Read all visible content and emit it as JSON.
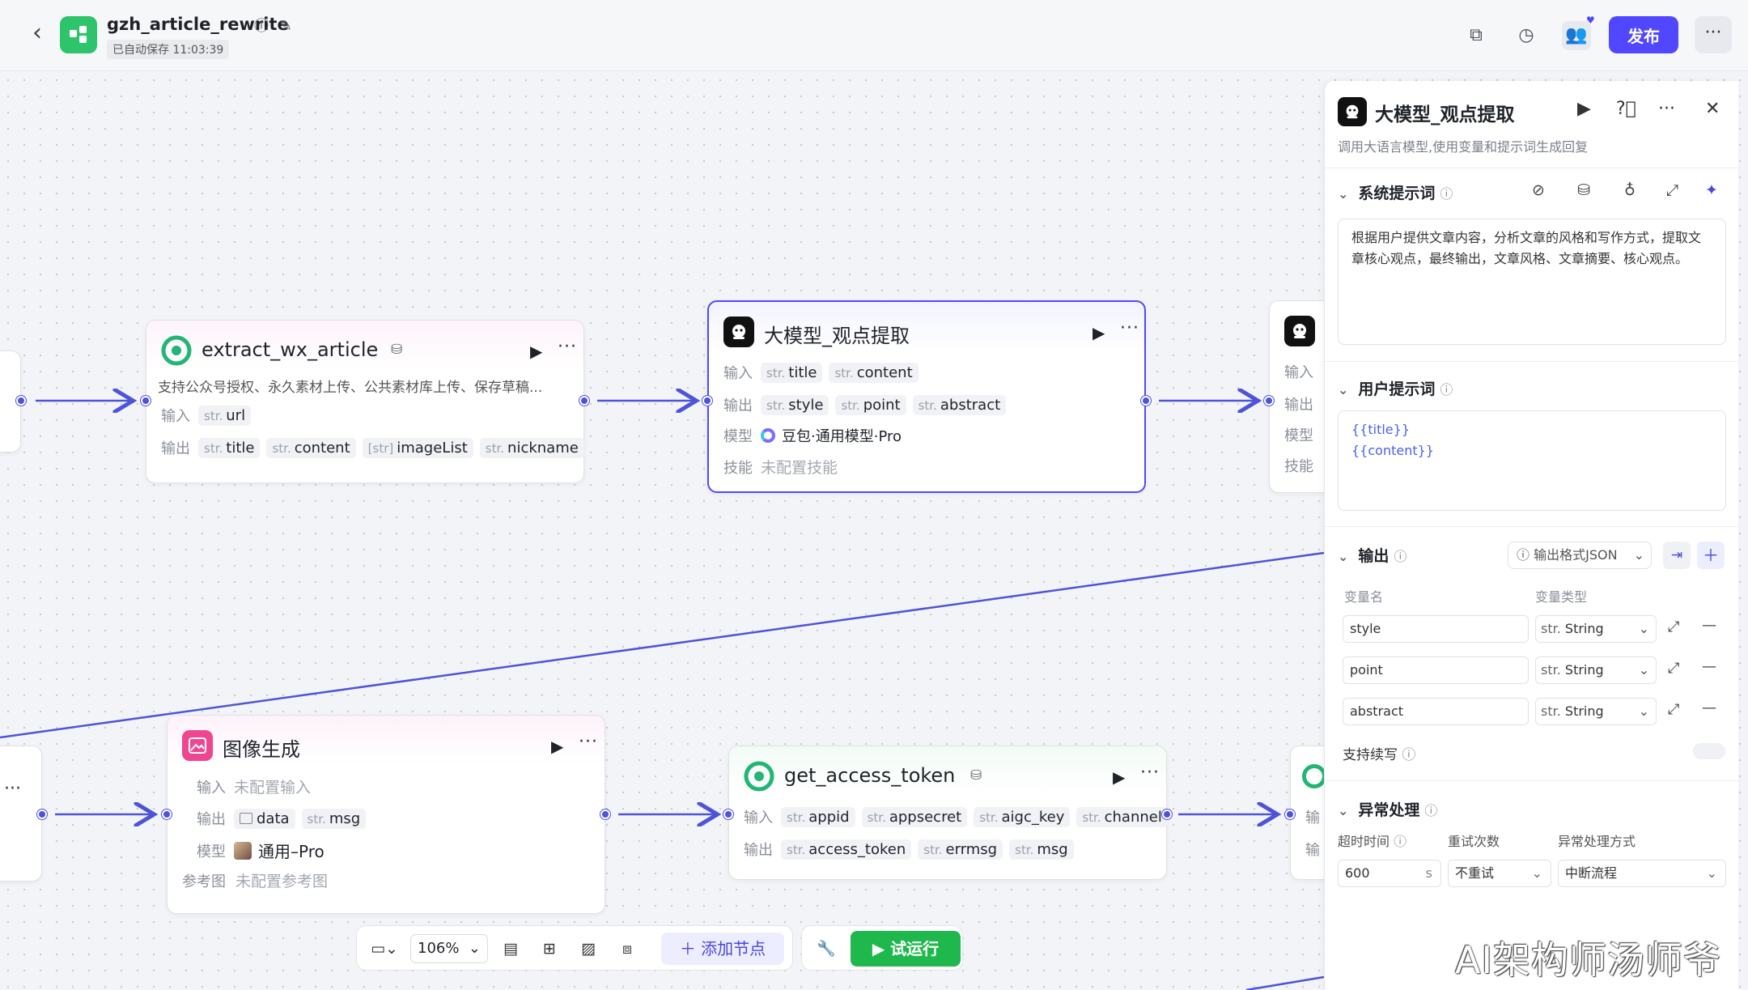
{
  "header": {
    "title": "gzh_article_rewrite",
    "autosave": "已自动保存 11:03:39",
    "publish_label": "发布",
    "more_label": "···"
  },
  "nodes": {
    "extract": {
      "title": "extract_wx_article",
      "desc": "支持公众号授权、永久素材上传、公共素材库上传、保存草稿...",
      "input_label": "输入",
      "output_label": "输出",
      "inputs": [
        {
          "type": "str.",
          "name": "url"
        }
      ],
      "outputs": [
        {
          "type": "str.",
          "name": "title"
        },
        {
          "type": "str.",
          "name": "content"
        },
        {
          "type": "[str]",
          "name": "imageList"
        },
        {
          "type": "str.",
          "name": "nickname"
        }
      ]
    },
    "llm": {
      "title": "大模型_观点提取",
      "input_label": "输入",
      "output_label": "输出",
      "model_label": "模型",
      "skill_label": "技能",
      "inputs": [
        {
          "type": "str.",
          "name": "title"
        },
        {
          "type": "str.",
          "name": "content"
        }
      ],
      "outputs": [
        {
          "type": "str.",
          "name": "style"
        },
        {
          "type": "str.",
          "name": "point"
        },
        {
          "type": "str.",
          "name": "abstract"
        }
      ],
      "model": "豆包·通用模型·Pro",
      "skill": "未配置技能"
    },
    "partial_right": {
      "input_label": "输入",
      "output_label": "输出",
      "model_label": "模型",
      "skill_label": "技能"
    },
    "image": {
      "title": "图像生成",
      "input_label": "输入",
      "output_label": "输出",
      "model_label": "模型",
      "ref_label": "参考图",
      "input_value": "未配置输入",
      "outputs": [
        {
          "type": "img",
          "name": "data"
        },
        {
          "type": "str.",
          "name": "msg"
        }
      ],
      "model": "通用–Pro",
      "ref_value": "未配置参考图"
    },
    "token": {
      "title": "get_access_token",
      "input_label": "输入",
      "output_label": "输出",
      "inputs": [
        {
          "type": "str.",
          "name": "appid"
        },
        {
          "type": "str.",
          "name": "appsecret"
        },
        {
          "type": "str.",
          "name": "aigc_key"
        },
        {
          "type": "str.",
          "name": "channel"
        }
      ],
      "outputs": [
        {
          "type": "str.",
          "name": "access_token"
        },
        {
          "type": "str.",
          "name": "errmsg"
        },
        {
          "type": "str.",
          "name": "msg"
        }
      ]
    },
    "partial_right_bottom": {
      "label1": "输",
      "label2": "输"
    }
  },
  "toolbar": {
    "zoom": "106%",
    "add_node": "添加节点",
    "trial_run": "试运行"
  },
  "panel": {
    "title": "大模型_观点提取",
    "subtitle": "调用大语言模型,使用变量和提示词生成回复",
    "system_prompt": {
      "title": "系统提示词",
      "text": "根据用户提供文章内容，分析文章的风格和写作方式，提取文章核心观点，最终输出，文章风格、文章摘要、核心观点。"
    },
    "user_prompt": {
      "title": "用户提示词",
      "lines": [
        "{{title}}",
        "{{content}}"
      ]
    },
    "output": {
      "title": "输出",
      "format": "输出格式JSON",
      "col_name": "变量名",
      "col_type": "变量类型",
      "vars": [
        {
          "name": "style",
          "type": "String"
        },
        {
          "name": "point",
          "type": "String"
        },
        {
          "name": "abstract",
          "type": "String"
        }
      ],
      "type_prefix": "str.",
      "stream_label": "支持续写"
    },
    "error": {
      "title": "异常处理",
      "timeout_label": "超时时间",
      "retry_label": "重试次数",
      "method_label": "异常处理方式",
      "timeout_value": "600",
      "timeout_unit": "s",
      "retry_value": "不重试",
      "method_value": "中断流程"
    }
  },
  "watermark": "AI架构师汤师爷",
  "colors": {
    "accent": "#5147ff",
    "wire": "#4e54d8",
    "run": "#1fb84c"
  }
}
